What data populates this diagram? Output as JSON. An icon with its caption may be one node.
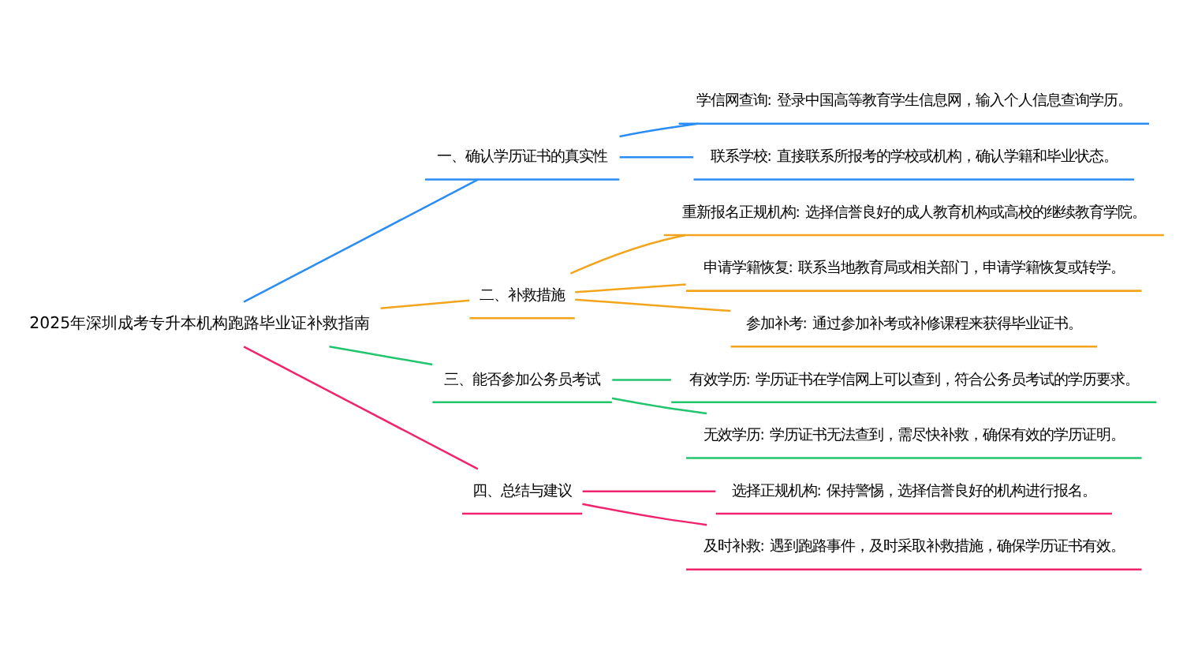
{
  "diagram": {
    "nodes": [
      {
        "text": [
          "2025年深圳成考专升本机构跑路毕业证补救指南"
        ]
      },
      {
        "text": [
          "一、确认学历证书的真实性"
        ]
      },
      {
        "text": [
          "学信网查询: 登录中国高等教育学生信息网，输入个人信息查询学历。"
        ]
      },
      {
        "text": [
          "联系学校: 直接联系所报考的学校或机构，确认学籍和毕业状态。"
        ]
      },
      {
        "text": [
          "二、补救措施"
        ]
      },
      {
        "text": [
          "重新报名正规机构: 选择信誉良好的成人教育机构或高校的继续教育学院。"
        ]
      },
      {
        "text": [
          "申请学籍恢复: 联系当地教育局或相关部门，申请学籍恢复或转学。"
        ]
      },
      {
        "text": [
          "参加补考: 通过参加补考或补修课程来获得毕业证书。"
        ]
      },
      {
        "text": [
          "三、能否参加公务员考试"
        ]
      },
      {
        "text": [
          "有效学历: 学历证书在学信网上可以查到，符合公务员考试的学历要求。"
        ]
      },
      {
        "text": [
          "无效学历: 学历证书无法查到，需尽快补救，确保有效的学历证明。"
        ]
      },
      {
        "text": [
          "四、总结与建议"
        ]
      },
      {
        "text": [
          "选择正规机构: 保持警惕，选择信誉良好的机构进行报名。"
        ]
      },
      {
        "text": [
          "及时补救: 遇到跑路事件，及时采取补救措施，确保学历证书有效。"
        ]
      }
    ],
    "edges": [
      {
        "from": 0,
        "to": 1,
        "arrow": "none",
        "color": "#2a8cf5"
      },
      {
        "from": 1,
        "to": 2,
        "arrow": "none",
        "color": "#2a8cf5"
      },
      {
        "from": 1,
        "to": 3,
        "arrow": "none",
        "color": "#2a8cf5"
      },
      {
        "from": 0,
        "to": 4,
        "arrow": "none",
        "color": "#f2a51c"
      },
      {
        "from": 4,
        "to": 5,
        "arrow": "none",
        "color": "#f2a51c"
      },
      {
        "from": 4,
        "to": 6,
        "arrow": "none",
        "color": "#f2a51c"
      },
      {
        "from": 4,
        "to": 7,
        "arrow": "none",
        "color": "#f2a51c"
      },
      {
        "from": 0,
        "to": 8,
        "arrow": "none",
        "color": "#22c46e"
      },
      {
        "from": 8,
        "to": 9,
        "arrow": "none",
        "color": "#22c46e"
      },
      {
        "from": 8,
        "to": 10,
        "arrow": "none",
        "color": "#22c46e"
      },
      {
        "from": 0,
        "to": 11,
        "arrow": "none",
        "color": "#f0246e"
      },
      {
        "from": 11,
        "to": 12,
        "arrow": "none",
        "color": "#f0246e"
      },
      {
        "from": 11,
        "to": 13,
        "arrow": "none",
        "color": "#f0246e"
      }
    ]
  }
}
